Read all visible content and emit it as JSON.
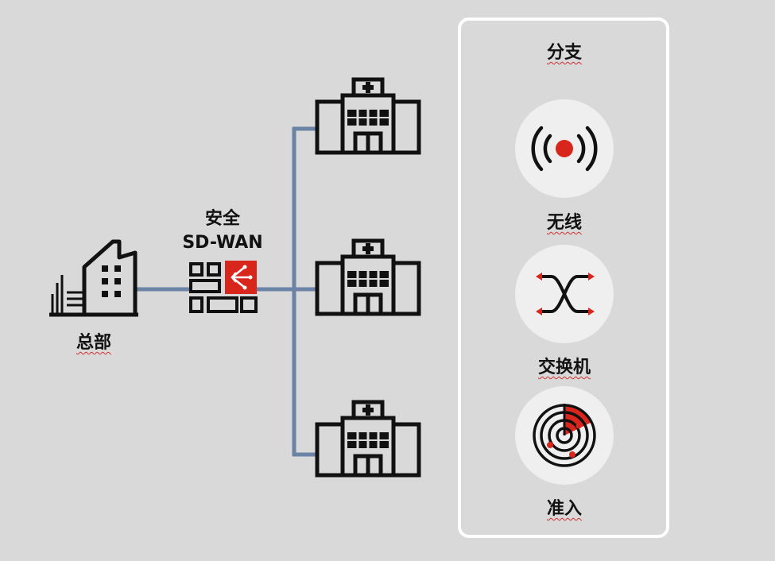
{
  "headquarters": {
    "label": "总部"
  },
  "sdwan": {
    "title_line1": "安全",
    "title_line2": "SD-WAN"
  },
  "branch_panel": {
    "title": "分支",
    "items": [
      {
        "label": "无线",
        "icon": "wireless-signal-icon"
      },
      {
        "label": "交换机",
        "icon": "switch-cross-arrows-icon"
      },
      {
        "label": "准入",
        "icon": "radar-access-icon"
      }
    ]
  },
  "branch_sites": [
    {
      "icon": "hospital-building-icon"
    },
    {
      "icon": "hospital-building-icon"
    },
    {
      "icon": "hospital-building-icon"
    }
  ],
  "colors": {
    "background": "#d9d9d9",
    "connector_line": "#6b84a6",
    "accent_red": "#d9261c",
    "panel_border": "#ffffff",
    "circle_bg": "#efefef",
    "icon_black": "#111111"
  }
}
